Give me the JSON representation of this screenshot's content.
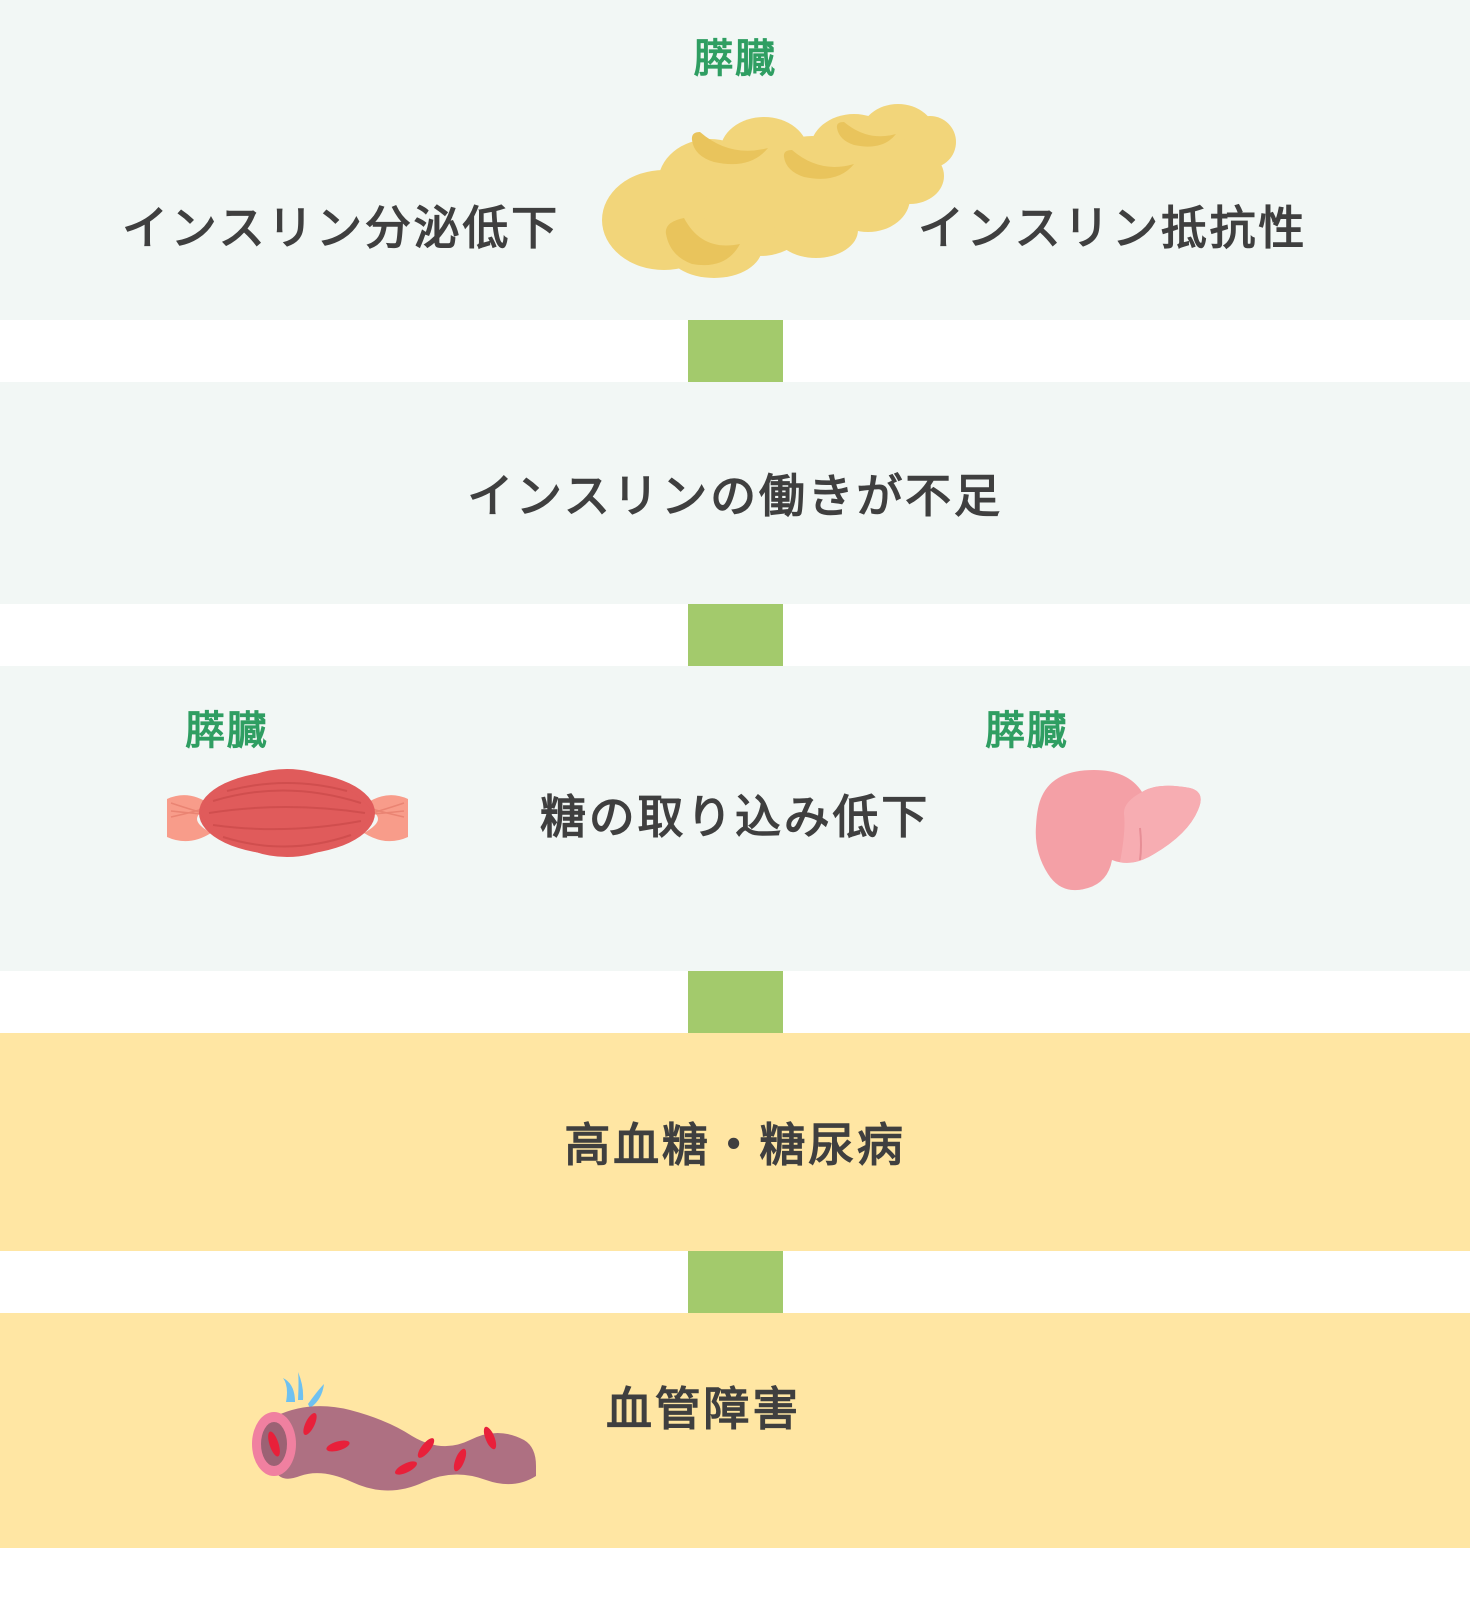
{
  "diagram": {
    "title_hidden": "",
    "sections": [
      {
        "id": "pancreas-stage",
        "organ_label": "膵臓",
        "left_text": "インスリン分泌低下",
        "right_text": "インスリン抵抗性",
        "background": "#f2f7f5",
        "organ_color": "#f2d57a"
      },
      {
        "id": "insulin-deficiency-stage",
        "text": "インスリンの働きが不足",
        "background": "#f2f7f5"
      },
      {
        "id": "glucose-uptake-stage",
        "muscle_label": "膵臓",
        "liver_label": "膵臓",
        "center_text": "糖の取り込み低下",
        "background": "#f2f7f5",
        "muscle_color": "#e05b5b",
        "liver_color": "#f4a0a6"
      },
      {
        "id": "hyperglycemia-stage",
        "text": "高血糖・糖尿病",
        "background": "#ffe6a3"
      },
      {
        "id": "vascular-damage-stage",
        "text": "血管障害",
        "background": "#ffe6a3",
        "vessel_color": "#ae7082"
      }
    ],
    "connector": {
      "name": "green-connector-block",
      "color": "#a3ca6c",
      "count": 4
    },
    "colors": {
      "mint_background": "#f2f7f5",
      "yellow_background": "#ffe6a3",
      "green_accent": "#a3ca6c",
      "organ_label_green": "#2f9e62",
      "body_text": "#3f3f3f",
      "pancreas_yellow": "#f2d57a",
      "muscle_red": "#e05b5b",
      "tendon_salmon": "#f89c8a",
      "liver_pink": "#f4a0a6",
      "vessel_mauve": "#ae7082",
      "vessel_ring_pink": "#f080a0",
      "blood_cell_red": "#e8203a",
      "sparkle_blue": "#6ec1f0"
    }
  }
}
